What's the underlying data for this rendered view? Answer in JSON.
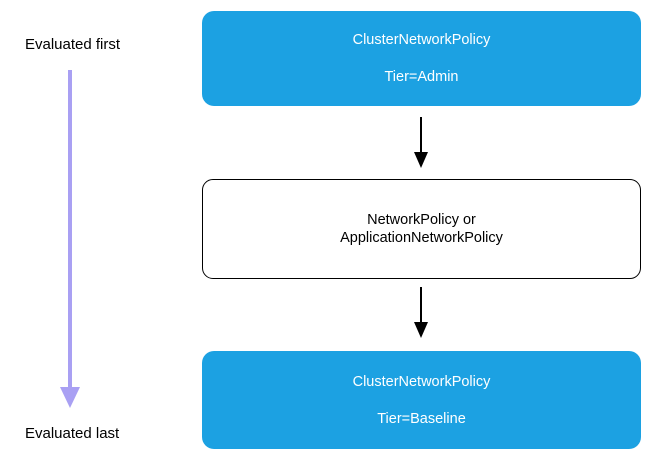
{
  "colors": {
    "node_fill": "#1CA1E2",
    "node_text": "#FFFFFF",
    "outline_border": "#000000",
    "order_arrow": "#A9A0F3",
    "connector": "#000000",
    "background": "#FFFFFF"
  },
  "left_rail": {
    "top_label": "Evaluated first",
    "bottom_label": "Evaluated last",
    "arrow_icon": "long-down-arrow"
  },
  "nodes": [
    {
      "line1": "ClusterNetworkPolicy",
      "line2": "Tier=Admin",
      "variant": "filled"
    },
    {
      "line1": "NetworkPolicy or",
      "line2": "ApplicationNetworkPolicy",
      "variant": "outlined"
    },
    {
      "line1": "ClusterNetworkPolicy",
      "line2": "Tier=Baseline",
      "variant": "filled"
    }
  ],
  "connectors": [
    {
      "icon": "down-arrow"
    },
    {
      "icon": "down-arrow"
    }
  ]
}
